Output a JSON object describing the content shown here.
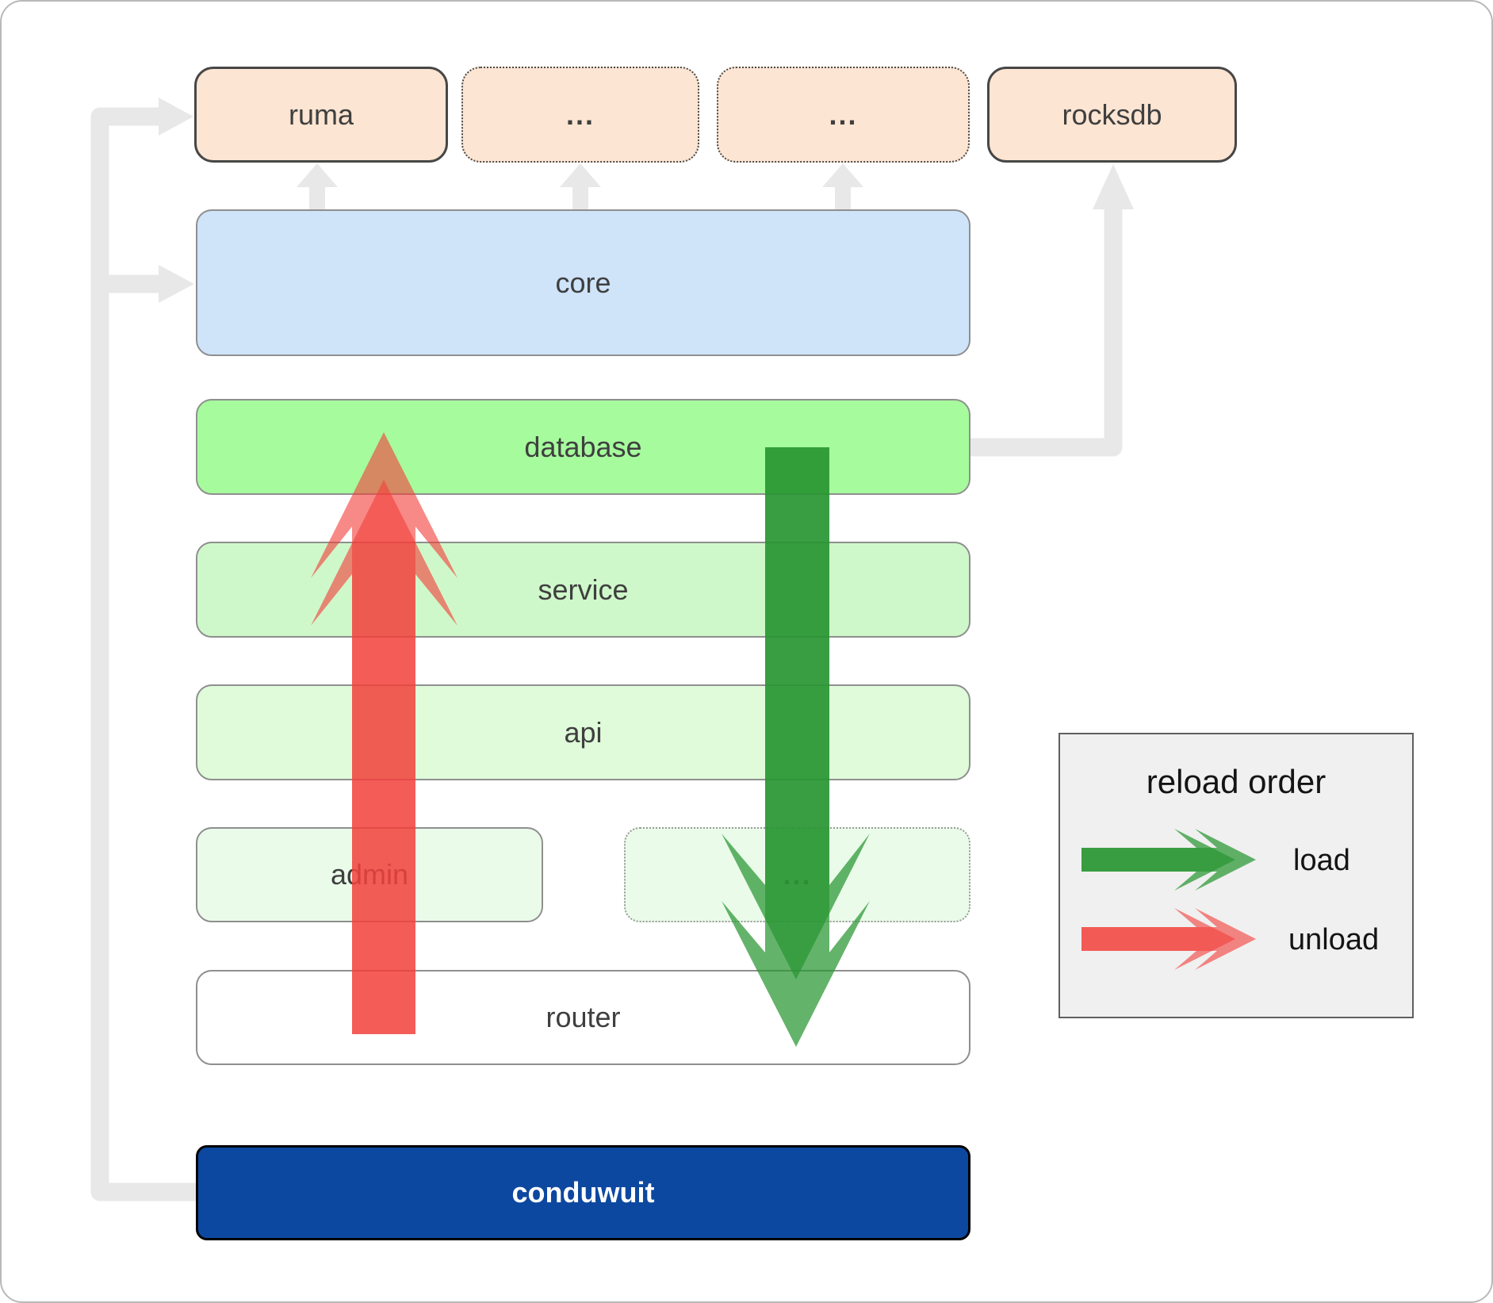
{
  "nodes": {
    "ruma": "ruma",
    "dots_top_1": "...",
    "dots_top_2": "...",
    "rocksdb": "rocksdb",
    "core": "core",
    "database": "database",
    "service": "service",
    "api": "api",
    "admin": "admin",
    "dots_admin": "...",
    "router": "router",
    "conduwuit": "conduwuit"
  },
  "legend": {
    "title": "reload order",
    "load": "load",
    "unload": "unload"
  },
  "colors": {
    "load_arrow": "#289632",
    "unload_arrow": "#f2413c",
    "connector": "#e8e8e8",
    "core_fill": "#cfe3f9",
    "database_fill": "#a6fb9d",
    "service_fill": "#cff8ca",
    "api_fill": "#dffbda",
    "admin_fill": "#eafbe9",
    "peach_fill": "#fce5d2",
    "conduwuit_fill": "#0d48a0",
    "legend_fill": "#f0f0f0"
  }
}
